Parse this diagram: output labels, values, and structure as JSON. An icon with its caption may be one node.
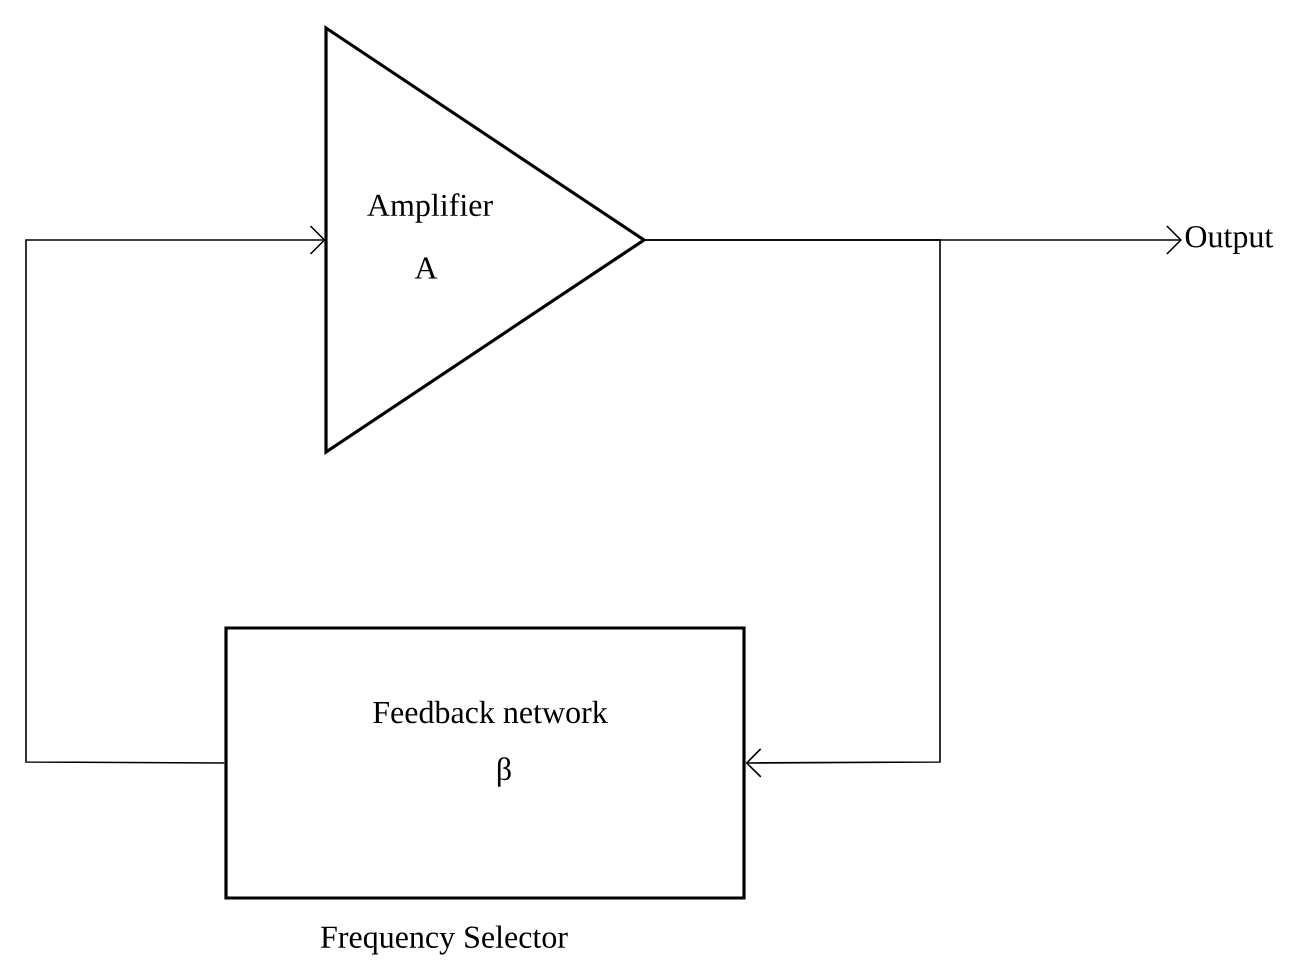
{
  "diagram": {
    "nodes": [
      {
        "text": [
          "Amplifier",
          "A"
        ]
      },
      {
        "text": [
          "Output"
        ]
      },
      {
        "text": [
          "Feedback network",
          "β"
        ],
        "beside": [
          "Frequency Selector"
        ]
      }
    ],
    "edges": [
      {
        "from": 0,
        "to": 1,
        "arrow": "to"
      },
      {
        "from": 0,
        "to": 2,
        "arrow": "to"
      },
      {
        "from": 2,
        "to": 0,
        "arrow": "to"
      }
    ]
  }
}
